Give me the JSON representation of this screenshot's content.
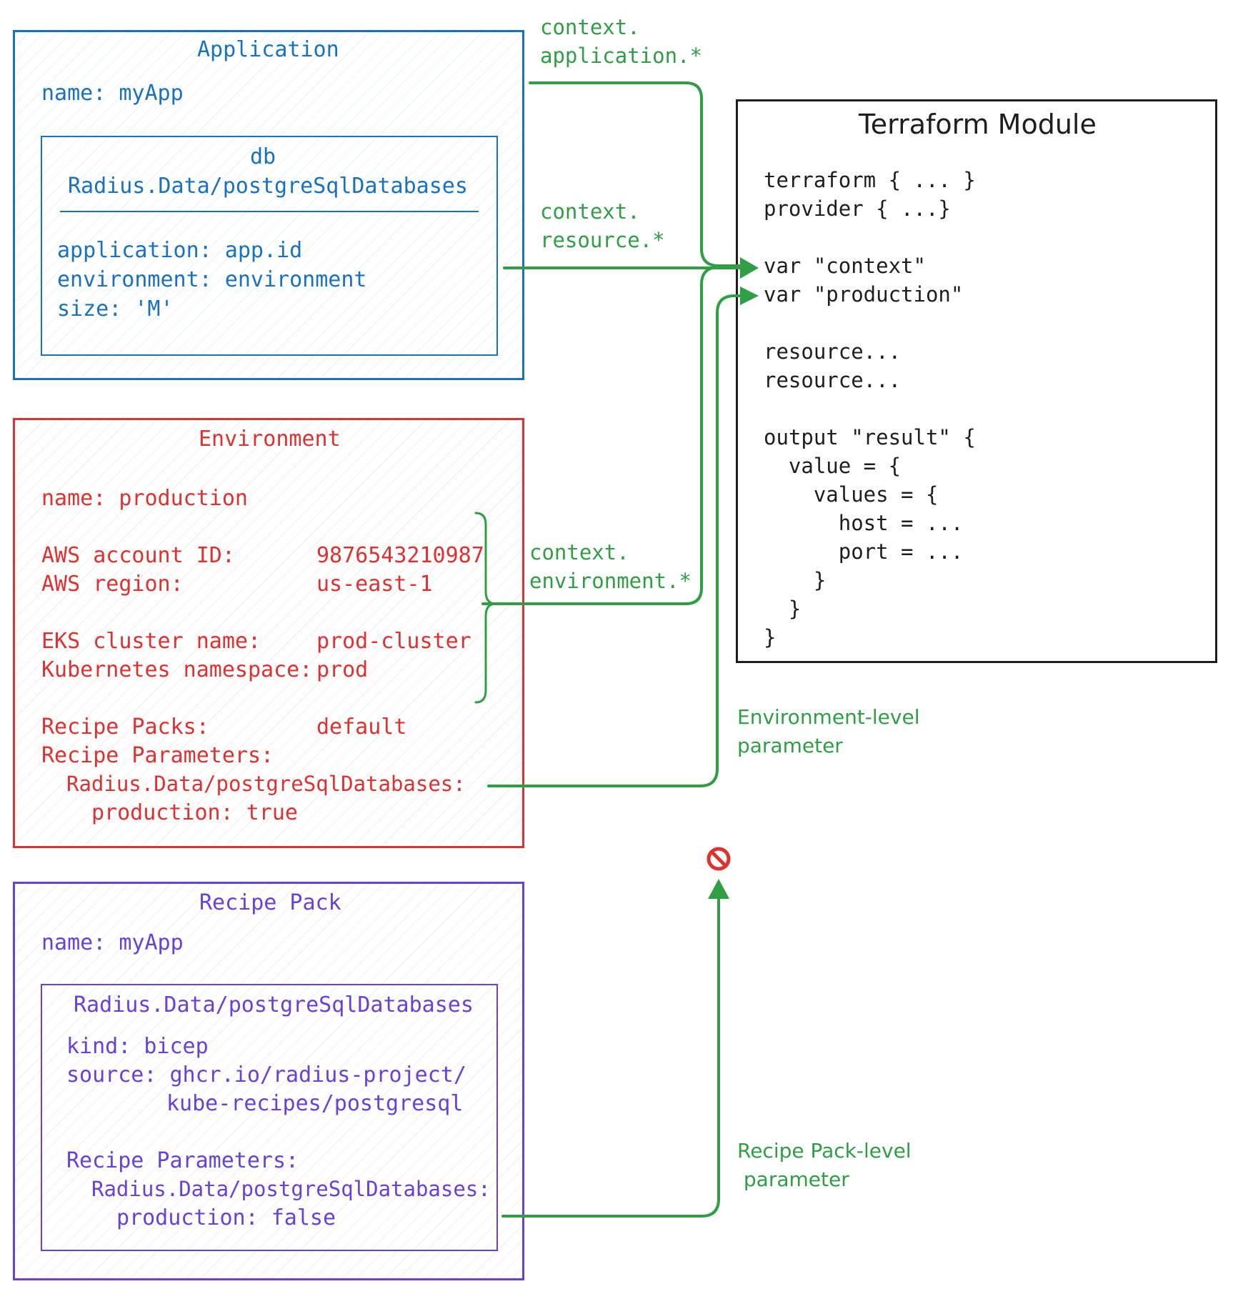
{
  "application": {
    "title": "Application",
    "name_line": "name: myApp",
    "resource": {
      "name": "db",
      "type": "Radius.Data/postgreSqlDatabases",
      "props": [
        "application: app.id",
        "environment: environment",
        "size: 'M'"
      ]
    }
  },
  "environment": {
    "title": "Environment",
    "name_line": "name: production",
    "rows": [
      {
        "label": "AWS account ID:",
        "value": "9876543210987"
      },
      {
        "label": "AWS region:",
        "value": "us-east-1"
      },
      {
        "label": "EKS cluster name:",
        "value": "prod-cluster"
      },
      {
        "label": "Kubernetes namespace:",
        "value": "prod"
      },
      {
        "label": "Recipe Packs:",
        "value": "default"
      }
    ],
    "params_label": "Recipe Parameters:",
    "params_type": "Radius.Data/postgreSqlDatabases:",
    "params_value": "production: true"
  },
  "recipe_pack": {
    "title": "Recipe Pack",
    "name_line": "name: myApp",
    "entry": {
      "type": "Radius.Data/postgreSqlDatabases",
      "kind": "kind: bicep",
      "source_1": "source: ghcr.io/radius-project/",
      "source_2": "kube-recipes/postgresql",
      "params_label": "Recipe Parameters:",
      "params_type": "Radius.Data/postgreSqlDatabases:",
      "params_value": "production: false"
    }
  },
  "terraform": {
    "title": "Terraform Module",
    "lines": [
      "terraform { ... }",
      "provider { ...}",
      "",
      "var \"context\"",
      "var \"production\"",
      "",
      "resource...",
      "resource...",
      "",
      "output \"result\" {",
      "  value = {",
      "    values = {",
      "      host = ...",
      "      port = ...",
      "    }",
      "  }",
      "}"
    ]
  },
  "labels": {
    "ctx_app_1": "context.",
    "ctx_app_2": "application.*",
    "ctx_res_1": "context.",
    "ctx_res_2": "resource.*",
    "ctx_env_1": "context.",
    "ctx_env_2": "environment.*",
    "env_param_1": "Environment-level",
    "env_param_2": "parameter",
    "rp_param_1": "Recipe Pack-level",
    "rp_param_2": " parameter"
  },
  "icons": {
    "blocked": "prohibited-icon"
  },
  "colors": {
    "application": "#1971c2",
    "environment": "#e03131",
    "recipe_pack": "#6741d9",
    "arrows": "#2f9e44",
    "terraform": "#1e1e1e"
  }
}
